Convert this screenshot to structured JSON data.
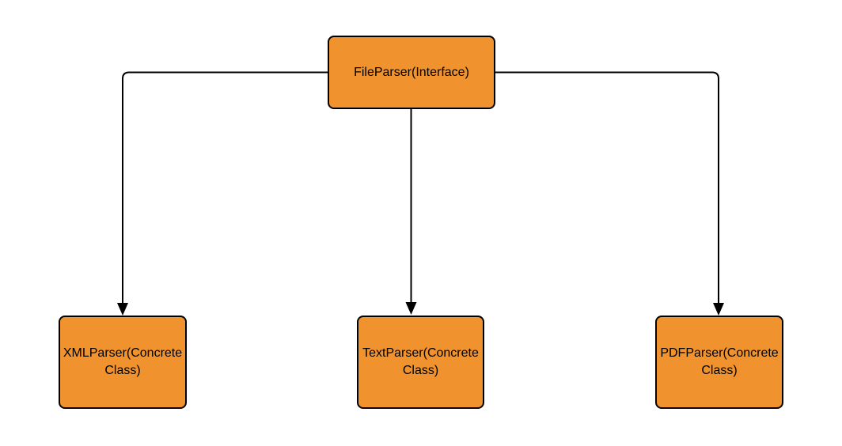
{
  "colors": {
    "background": "#FFFFFF",
    "node_fill": "#F0922D",
    "node_stroke": "#000000",
    "connector": "#000000",
    "text": "#000000"
  },
  "nodes": {
    "parent": {
      "label": "FileParser(Interface)"
    },
    "children": [
      {
        "label": "XMLParser(Concrete Class)"
      },
      {
        "label": "TextParser(Concrete Class)"
      },
      {
        "label": "PDFParser(Concrete Class)"
      }
    ]
  },
  "edges": [
    {
      "from": "FileParser(Interface)",
      "to": "XMLParser(Concrete Class)",
      "arrow": "filled-triangle-down"
    },
    {
      "from": "FileParser(Interface)",
      "to": "TextParser(Concrete Class)",
      "arrow": "filled-triangle-down"
    },
    {
      "from": "FileParser(Interface)",
      "to": "PDFParser(Concrete Class)",
      "arrow": "filled-triangle-down"
    }
  ]
}
